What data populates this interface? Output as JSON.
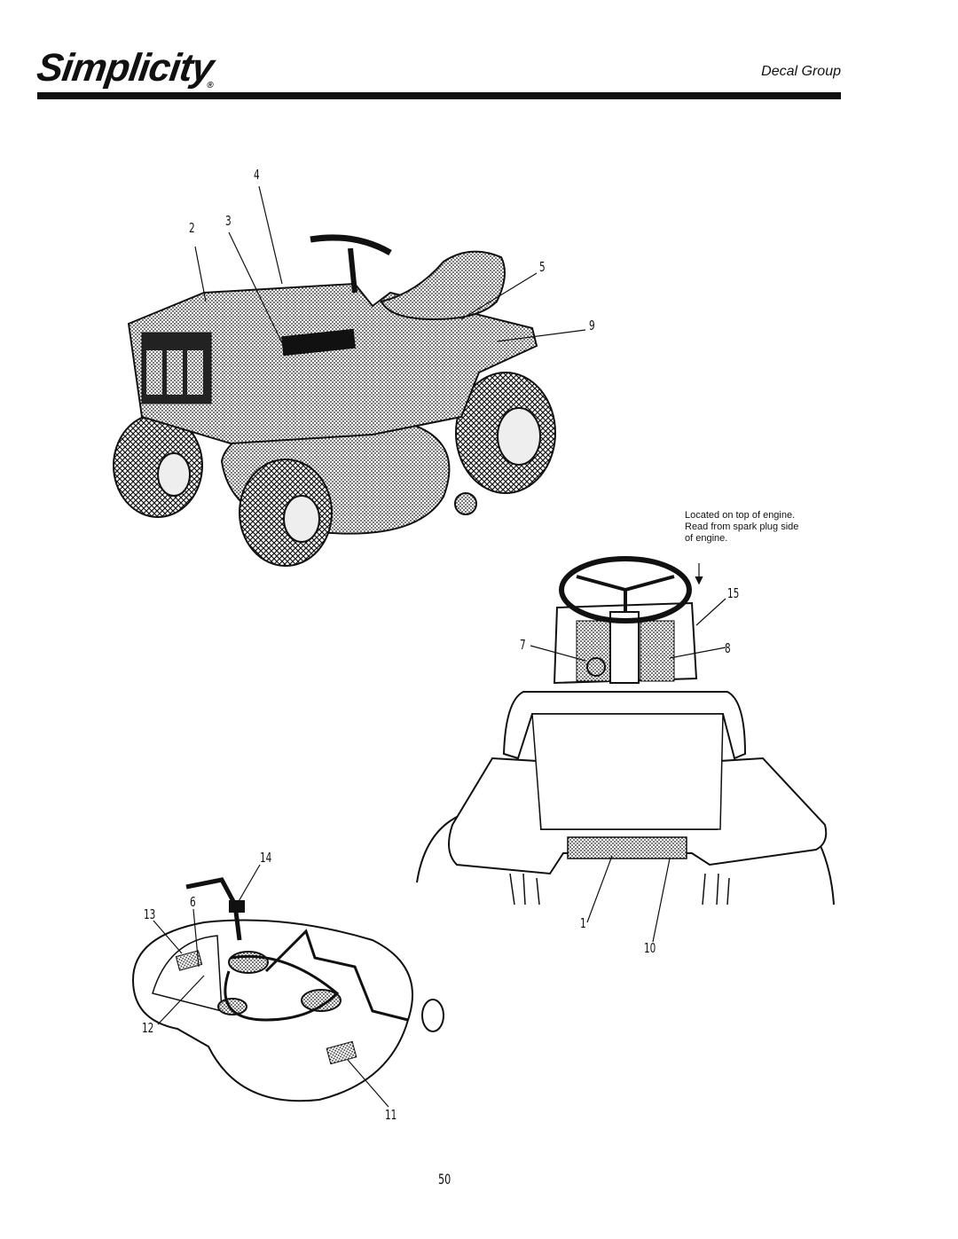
{
  "header": {
    "logo_text": "Simplicity",
    "section_title": "Decal Group"
  },
  "callouts": [
    "1",
    "2",
    "3",
    "4",
    "5",
    "6",
    "7",
    "8",
    "9",
    "10",
    "11",
    "12",
    "13",
    "14",
    "15"
  ],
  "note": "Located on top of engine. Read from spark plug side of engine.",
  "page_number": "50"
}
